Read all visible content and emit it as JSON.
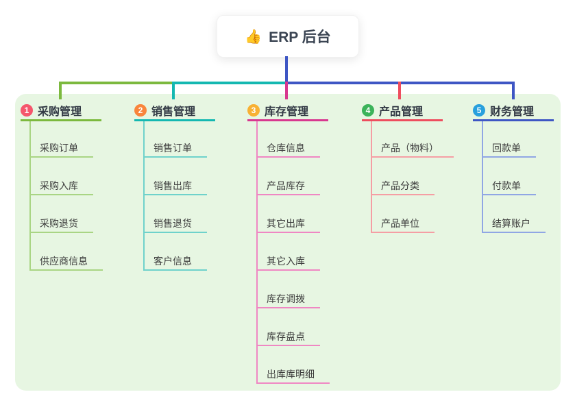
{
  "root": {
    "icon": "thumbs-up",
    "label": "ERP 后台"
  },
  "colors": {
    "page_background": "#ffffff",
    "panel_background": "#e7f6e2",
    "root_connector": "#3e56c4",
    "branch_line_colors": [
      "#7cb93e",
      "#14b8b1",
      "#d8378f",
      "#ee4d5e",
      "#3e56c4"
    ],
    "child_line_colors": [
      "#a9d584",
      "#6fd2cb",
      "#ef87c3",
      "#f59ea4",
      "#90a6e4"
    ],
    "badge_colors": [
      "#f5566c",
      "#f9853c",
      "#f8b133",
      "#3cb35a",
      "#28a0dd"
    ],
    "text_color": "#3a4452"
  },
  "branches": [
    {
      "num": "1",
      "label": "采购管理",
      "badge_color": "#f5566c",
      "line_color": "#7cb93e",
      "child_line_color": "#a9d584",
      "children": [
        "采购订单",
        "采购入库",
        "采购退货",
        "供应商信息"
      ]
    },
    {
      "num": "2",
      "label": "销售管理",
      "badge_color": "#f9853c",
      "line_color": "#14b8b1",
      "child_line_color": "#6fd2cb",
      "children": [
        "销售订单",
        "销售出库",
        "销售退货",
        "客户信息"
      ]
    },
    {
      "num": "3",
      "label": "库存管理",
      "badge_color": "#f8b133",
      "line_color": "#d8378f",
      "child_line_color": "#ef87c3",
      "children": [
        "仓库信息",
        "产品库存",
        "其它出库",
        "其它入库",
        "库存调拨",
        "库存盘点",
        "出库库明细"
      ]
    },
    {
      "num": "4",
      "label": "产品管理",
      "badge_color": "#3cb35a",
      "line_color": "#ee4d5e",
      "child_line_color": "#f59ea4",
      "children": [
        "产品（物料）",
        "产品分类",
        "产品单位"
      ]
    },
    {
      "num": "5",
      "label": "财务管理",
      "badge_color": "#28a0dd",
      "line_color": "#3e56c4",
      "child_line_color": "#90a6e4",
      "children": [
        "回款单",
        "付款单",
        "结算账户"
      ]
    }
  ]
}
